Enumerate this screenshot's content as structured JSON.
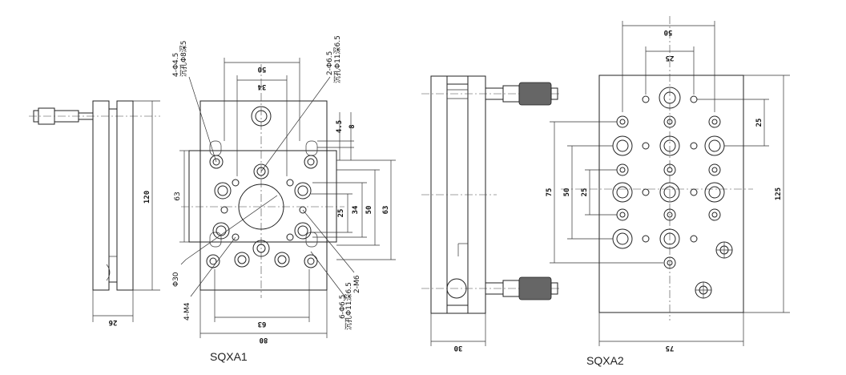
{
  "captions": {
    "left": "SQXA1",
    "right": "SQXA2"
  },
  "sqxa1_side": {
    "height": "120",
    "width": "26"
  },
  "sqxa1_front": {
    "top_width": "50",
    "inner_width": "34",
    "bottom_inner": "63",
    "bottom_total": "80",
    "left_63": "63",
    "r25": "25",
    "r34": "34",
    "r50": "50",
    "r63": "63",
    "r45": "4.5",
    "r8": "8",
    "note_4phi45": "4-Φ4.5",
    "note_cb8": "沉孔Φ8深5",
    "note_2phi65": "2-Φ6.5",
    "note_cb11": "沉孔Φ11深6.5",
    "note_phi30": "Φ30",
    "note_4m4": "4-M4",
    "note_6phi65": "6-Φ6.5",
    "note_cb11b": "沉孔Φ11深6.5",
    "note_2m6": "2-M6"
  },
  "sqxa2_side": {
    "width": "30"
  },
  "sqxa2_front": {
    "top50": "50",
    "top25": "25",
    "r25": "25",
    "l75": "75",
    "l50": "50",
    "l25": "25",
    "r125": "125",
    "bottom75": "75"
  }
}
